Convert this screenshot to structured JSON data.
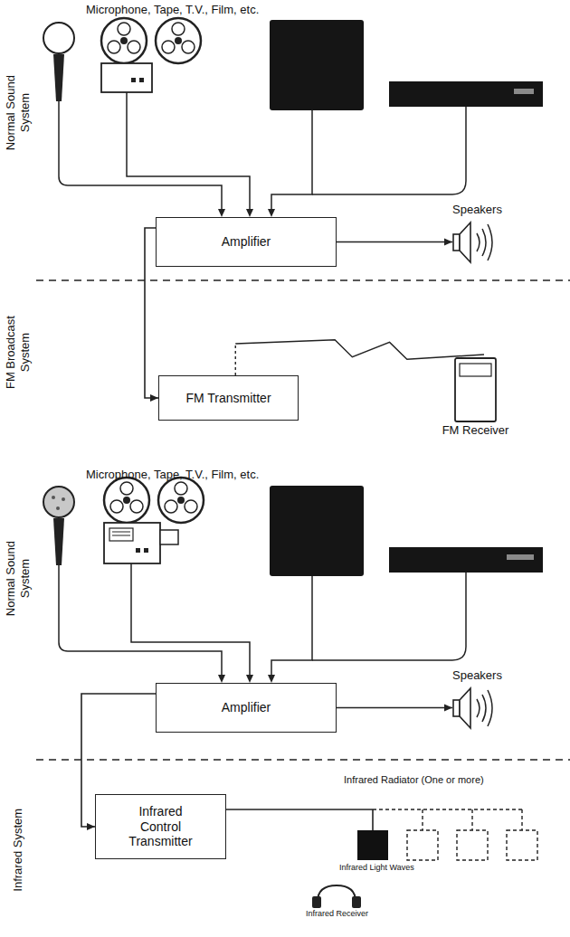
{
  "diagram": {
    "nodes": [
      {
        "text": [
          "Amplifier"
        ]
      },
      {
        "text": [
          "Speakers"
        ]
      },
      {
        "text": [
          "FM Transmitter"
        ]
      },
      {
        "text": [
          "FM Receiver"
        ]
      },
      {
        "text": [
          "Amplifier"
        ]
      },
      {
        "text": [
          "Speakers"
        ]
      },
      {
        "text": [
          "Infrared Control Transmitter"
        ]
      },
      {
        "text": [
          "Infrared Radiator (One or more)",
          "Infrared Light Waves"
        ]
      },
      {
        "text": [
          "Infrared Receiver"
        ]
      }
    ],
    "edges": [
      {
        "from": 0,
        "to": 1,
        "arrow": "to"
      },
      {
        "from": 0,
        "to": 2,
        "arrow": "to"
      },
      {
        "from": 2,
        "to": 3,
        "arrow": "none"
      },
      {
        "from": 4,
        "to": 5,
        "arrow": "to"
      },
      {
        "from": 4,
        "to": 6,
        "arrow": "to"
      },
      {
        "from": 6,
        "to": 7,
        "arrow": "none"
      }
    ],
    "labels": [
      "Microphone, Tape, T.V., Film, etc.",
      "Normal Sound System",
      "FM Broadcast System",
      "Microphone, Tape, T.V., Film, etc.",
      "Normal Sound System",
      "Infrared System"
    ]
  }
}
